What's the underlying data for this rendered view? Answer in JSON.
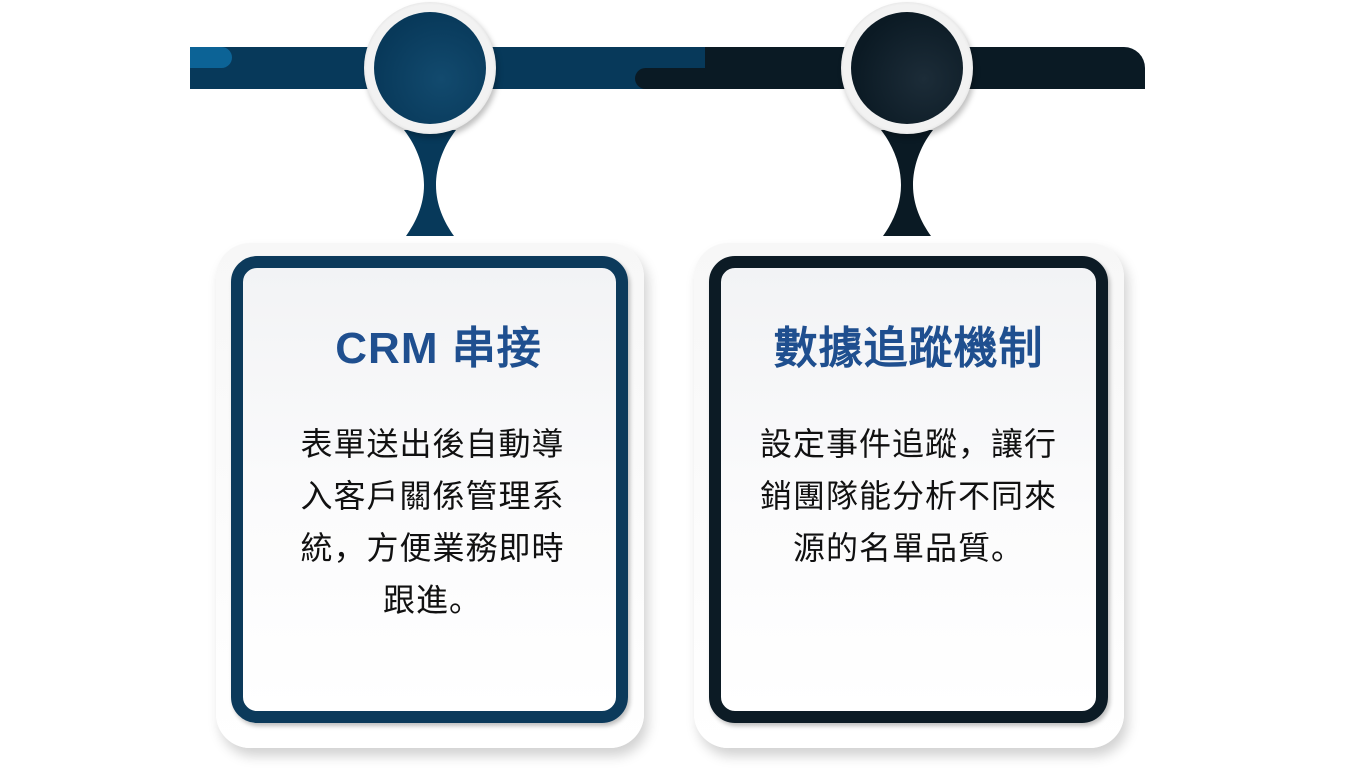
{
  "colors": {
    "timeline_navy": "#07395a",
    "timeline_dark": "#0a1a24",
    "timeline_cap_blue": "#0c6396",
    "card1_border": "#0c3a5b",
    "card2_border": "#0c1b25",
    "title_text": "#1f4f8f",
    "body_text": "#111111"
  },
  "timeline": {
    "nodes": [
      {
        "id": 1,
        "color": "navy"
      },
      {
        "id": 2,
        "color": "dark"
      }
    ]
  },
  "cards": [
    {
      "title": "CRM 串接",
      "body_lines": [
        "表單送出後自動導",
        "入客戶關係管理系",
        "統，方便業務即時",
        "跟進。"
      ]
    },
    {
      "title": "數據追蹤機制",
      "body_lines": [
        "設定事件追蹤，讓行",
        "銷團隊能分析不同來",
        "源的名單品質。"
      ]
    }
  ]
}
